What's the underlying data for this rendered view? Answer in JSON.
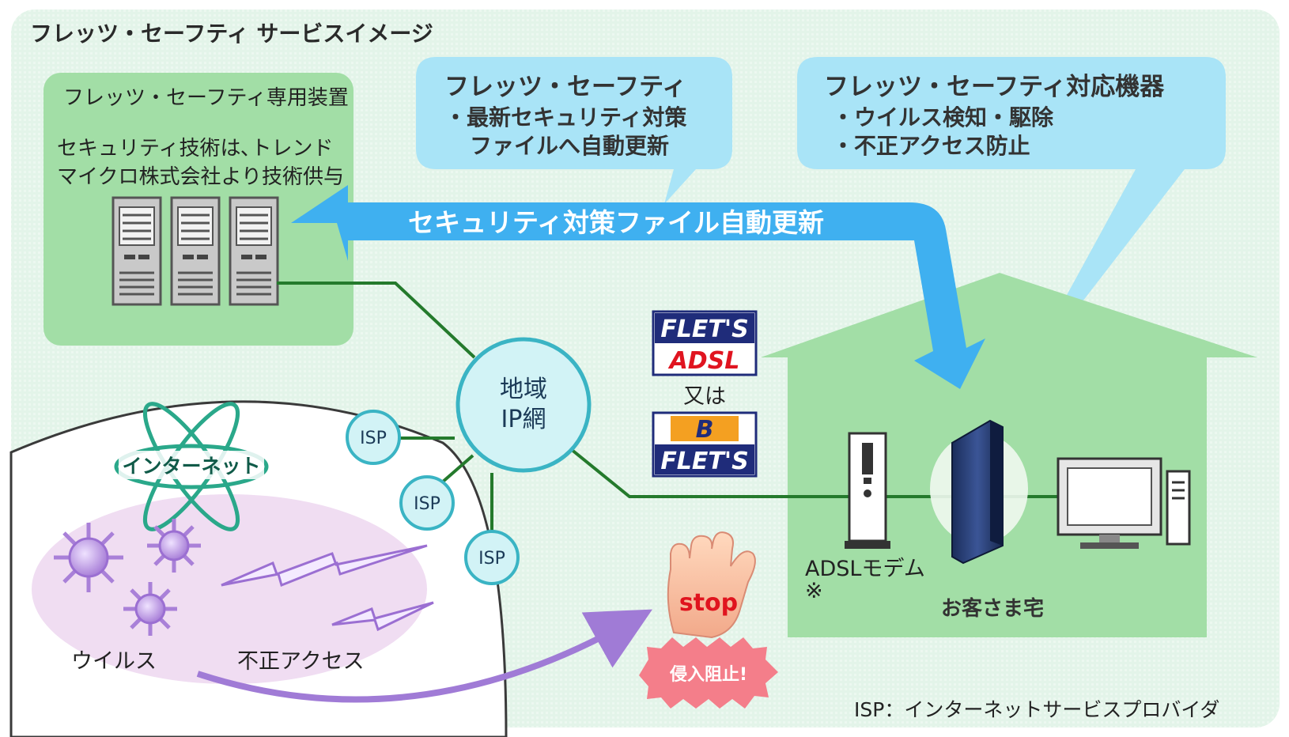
{
  "title": "フレッツ・セーフティ サービスイメージ",
  "security_device": {
    "heading": "フレッツ・セーフティ専用装置",
    "line1": "セキュリティ技術は､トレンド",
    "line2": "マイクロ株式会社より技術供与"
  },
  "bubble_update": {
    "heading": "フレッツ・セーフティ",
    "line1": "・最新セキュリティ対策",
    "line2": "ファイルへ自動更新"
  },
  "bubble_device": {
    "heading": "フレッツ・セーフティ対応機器",
    "line1": "・ウイルス検知・駆除",
    "line2": "・不正アクセス防止"
  },
  "update_arrow_label": "セキュリティ対策ファイル自動更新",
  "regional_network": {
    "line1": "地域",
    "line2": "IP網"
  },
  "isp_label": "ISP",
  "internet_label": "インターネット",
  "virus_label": "ウイルス",
  "unauthorized_access_label": "不正アクセス",
  "flets_adsl": {
    "top": "FLET'S",
    "bottom": "ADSL"
  },
  "or_label": "又は",
  "b_flets": {
    "top": "B",
    "bottom": "FLET'S"
  },
  "adsl_modem": {
    "label": "ADSLモデム",
    "note": "※"
  },
  "customer_home_label": "お客さま宅",
  "stop_label": "stop",
  "intrusion_blocked_label": "侵入阻止!",
  "footnote": "ISP：インターネットサービスプロバイダ",
  "colors": {
    "background": "#e6f5ec",
    "green_panel": "#a2dea6",
    "bubble": "#a9e4f7",
    "arrow": "#3fb0f0",
    "network_circle": "#d2f3f6",
    "network_border": "#3ab4c4",
    "link_line": "#247a2c",
    "virus_purple": "#b08ad8",
    "flets_navy": "#1f2c7a",
    "flets_red": "#e01420"
  }
}
